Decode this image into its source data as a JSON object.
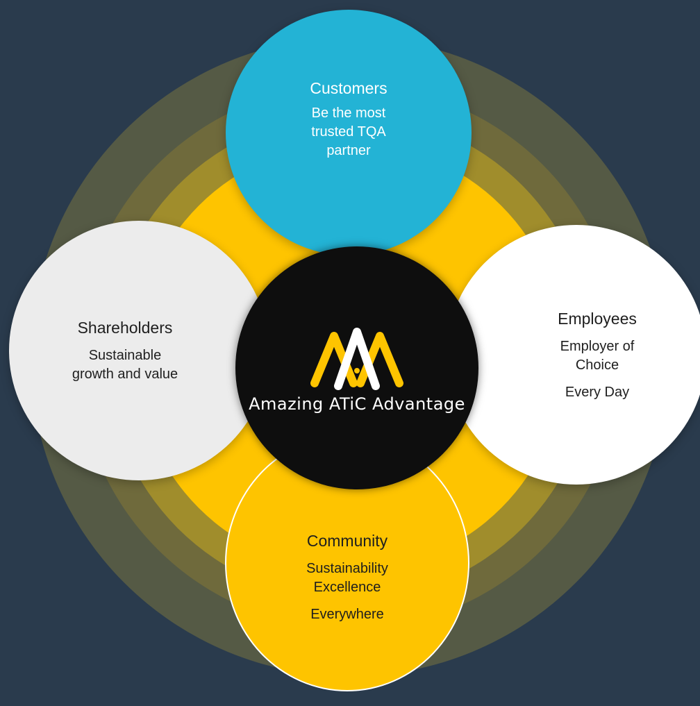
{
  "colors": {
    "background": "#2a3b4d",
    "ring_outer": "#555a45",
    "ring_mid1": "#6f6a3c",
    "ring_mid2": "#a08d2c",
    "ring_inner": "#fec400",
    "customers": "#23b3d5",
    "shareholders": "#ececec",
    "employees": "#ffffff",
    "community": "#fec400",
    "center": "#0e0e0e",
    "logo_accent": "#fec400"
  },
  "customers": {
    "title": "Customers",
    "lines": [
      "Be the most",
      "trusted TQA",
      "partner"
    ]
  },
  "shareholders": {
    "title": "Shareholders",
    "lines": [
      "Sustainable",
      "growth and value"
    ]
  },
  "employees": {
    "title": "Employees",
    "lines": [
      "Employer of",
      "Choice",
      "Every Day"
    ]
  },
  "community": {
    "title": "Community",
    "lines": [
      "Sustainability",
      "Excellence",
      "Everywhere"
    ]
  },
  "center": {
    "logo_icon": "triple-a-logo-icon",
    "tagline": "Amazing ATiC Advantage"
  }
}
